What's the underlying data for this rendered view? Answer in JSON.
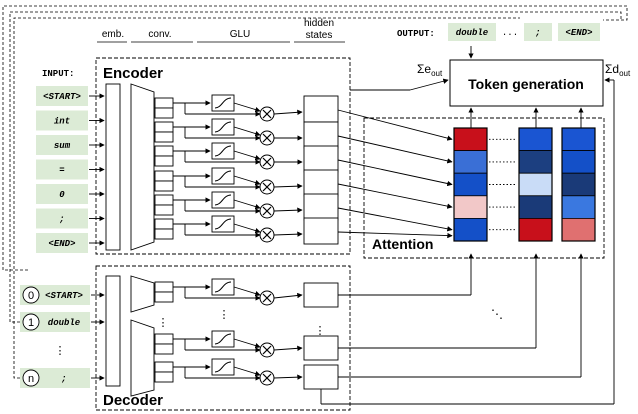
{
  "headers": {
    "emb": "emb.",
    "conv": "conv.",
    "glu": "GLU",
    "hidden_line1": "hidden",
    "hidden_line2": "states"
  },
  "input_label": "INPUT:",
  "output_label": "OUTPUT:",
  "input_tokens": [
    "<START>",
    "int",
    "sum",
    "=",
    "0",
    ";",
    "<END>"
  ],
  "output_tokens": [
    "double",
    "...",
    ";",
    "<END>"
  ],
  "decoder_inputs": [
    {
      "index": "0",
      "token": "<START>"
    },
    {
      "index": "1",
      "token": "double"
    },
    {
      "index": "n",
      "token": ";"
    }
  ],
  "encoder_title": "Encoder",
  "decoder_title": "Decoder",
  "attention_title": "Attention",
  "token_generation": "Token generation",
  "sum_e": {
    "main": "Σe",
    "sub": "out"
  },
  "sum_d": {
    "main": "Σd",
    "sub": "out"
  },
  "ellipsis_vertical": "⋮",
  "ellipsis_diag": "⋱",
  "attention_columns": [
    [
      "#c8101b",
      "#3a6fd6",
      "#1450c8",
      "#f2c8c8",
      "#1450c8"
    ],
    [
      "#1a55d2",
      "#1c3f80",
      "#c9dcf7",
      "#1a3a78",
      "#c8101b"
    ],
    [
      "#1a55d2",
      "#1450c8",
      "#1a3a78",
      "#3a78e0",
      "#e07070"
    ]
  ],
  "colors": {
    "token_fill": "#dcebd6",
    "box_border": "#000000"
  }
}
